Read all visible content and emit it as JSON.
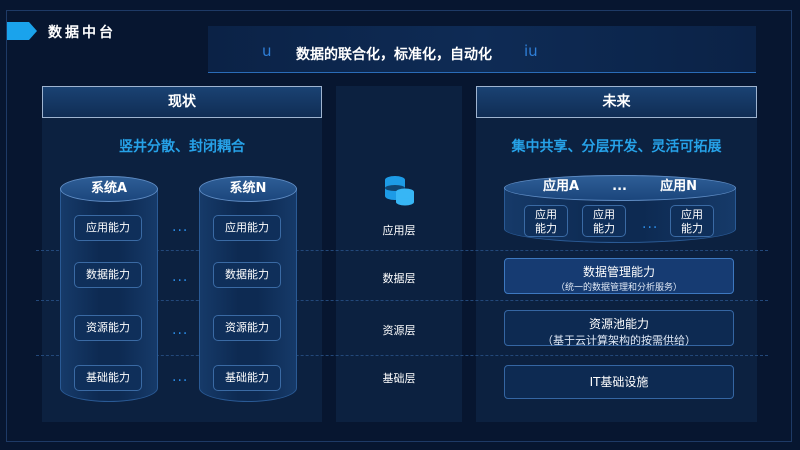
{
  "header": {
    "title": "数据中台",
    "slogan": "数据的联合化，标准化，自动化",
    "slogan_left_deco": "u",
    "slogan_right_deco": "iu"
  },
  "layers": [
    "应用层",
    "数据层",
    "资源层",
    "基础层"
  ],
  "left": {
    "header": "现状",
    "subtitle": "竖井分散、封闭耦合",
    "systems": [
      {
        "name": "系统A",
        "capabilities": [
          "应用能力",
          "数据能力",
          "资源能力",
          "基础能力"
        ]
      },
      {
        "name": "系统N",
        "capabilities": [
          "应用能力",
          "数据能力",
          "资源能力",
          "基础能力"
        ]
      }
    ],
    "ellipsis": "..."
  },
  "right": {
    "header": "未来",
    "subtitle": "集中共享、分层开发、灵活可拓展",
    "apps_header": {
      "a": "应用A",
      "dots": "...",
      "n": "应用N"
    },
    "app_capabilities": [
      "应用\n能力",
      "应用\n能力",
      "应用\n能力"
    ],
    "ellipsis": "...",
    "bars": [
      {
        "main": "数据管理能力",
        "sub": "（统一的数据管理和分析服务）"
      },
      {
        "main": "资源池能力",
        "sub": "（基于云计算架构的按需供给）"
      },
      {
        "main": "IT基础设施",
        "sub": ""
      }
    ]
  },
  "colors": {
    "background": "#071630",
    "accent": "#26a2e8",
    "panel": "#0c2140"
  },
  "icons": [
    "arrow-right-icon",
    "database-icon"
  ]
}
